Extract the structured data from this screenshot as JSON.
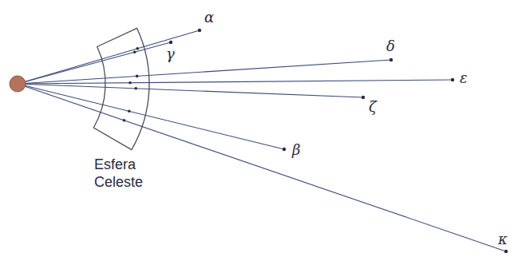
{
  "diagram": {
    "labels": [
      "α",
      "γ",
      "δ",
      "ε",
      "ζ",
      "β",
      "κ",
      "Esfera Celeste"
    ]
  }
}
